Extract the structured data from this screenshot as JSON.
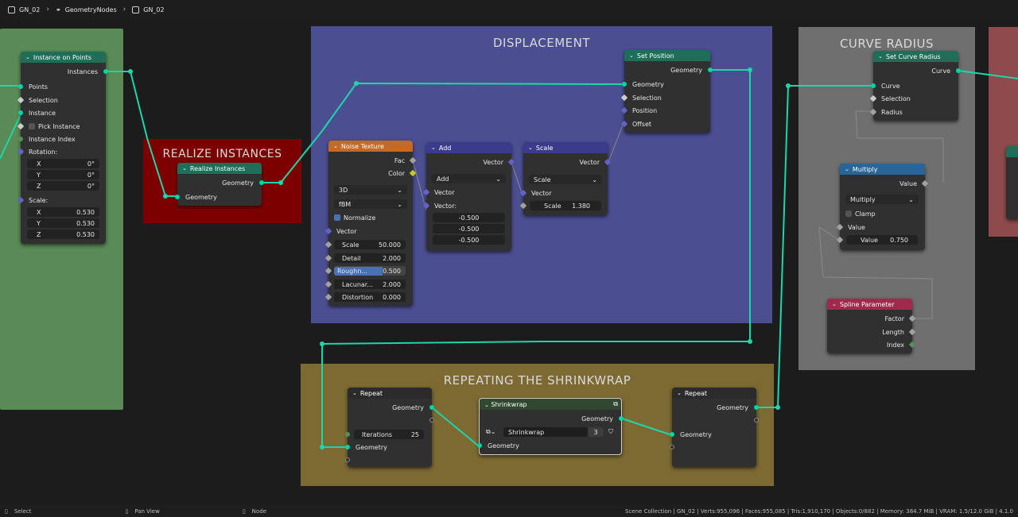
{
  "breadcrumb": {
    "object": "GN_02",
    "modifier": "GeometryNodes",
    "tree": "GN_02"
  },
  "frames": {
    "displacement": "DISPLACEMENT",
    "realize": "REALIZE INSTANCES",
    "curve_radius": "CURVE RADIUS",
    "repeating": "REPEATING THE SHRINKWRAP"
  },
  "colors": {
    "geometry_socket": "#00d6a3",
    "vector_socket": "#6363c7",
    "frame_displacement": "#4a4f91",
    "frame_realize": "#800000",
    "frame_curve": "#6e6e6e",
    "frame_repeat": "#7d6b30",
    "frame_green": "#5c8c57",
    "frame_pink": "#8f4b4e"
  },
  "nodes": {
    "instance_on_points": {
      "title": "Instance on Points",
      "out_instances": "Instances",
      "points": "Points",
      "selection": "Selection",
      "instance": "Instance",
      "pick_instance": "Pick Instance",
      "instance_index": "Instance Index",
      "rotation": "Rotation:",
      "rot": [
        {
          "axis": "X",
          "val": "0°"
        },
        {
          "axis": "Y",
          "val": "0°"
        },
        {
          "axis": "Z",
          "val": "0°"
        }
      ],
      "scale": "Scale:",
      "scl": [
        {
          "axis": "X",
          "val": "0.530"
        },
        {
          "axis": "Y",
          "val": "0.530"
        },
        {
          "axis": "Z",
          "val": "0.530"
        }
      ]
    },
    "realize": {
      "title": "Realize Instances",
      "out": "Geometry",
      "in": "Geometry"
    },
    "noise": {
      "title": "Noise Texture",
      "fac": "Fac",
      "color": "Color",
      "dim": "3D",
      "type": "fBM",
      "normalize": "Normalize",
      "vector": "Vector",
      "params": [
        {
          "label": "Scale",
          "val": "50.000"
        },
        {
          "label": "Detail",
          "val": "2.000"
        },
        {
          "label": "Roughn...",
          "val": "0.500"
        },
        {
          "label": "Lacunar...",
          "val": "2.000"
        },
        {
          "label": "Distortion",
          "val": "0.000"
        }
      ]
    },
    "add": {
      "title": "Add",
      "out": "Vector",
      "op": "Add",
      "vector": "Vector",
      "vector2": "Vector:",
      "vals": [
        "-0.500",
        "-0.500",
        "-0.500"
      ]
    },
    "scale": {
      "title": "Scale",
      "out": "Vector",
      "op": "Scale",
      "vector": "Vector",
      "scale_label": "Scale",
      "scale_val": "1.380"
    },
    "set_position": {
      "title": "Set Position",
      "out": "Geometry",
      "geometry": "Geometry",
      "selection": "Selection",
      "position": "Position",
      "offset": "Offset"
    },
    "set_curve_radius": {
      "title": "Set Curve Radius",
      "out": "Curve",
      "curve": "Curve",
      "selection": "Selection",
      "radius": "Radius"
    },
    "multiply": {
      "title": "Multiply",
      "out": "Value",
      "op": "Multiply",
      "clamp": "Clamp",
      "value": "Value",
      "value2_label": "Value",
      "value2": "0.750"
    },
    "spline": {
      "title": "Spline Parameter",
      "factor": "Factor",
      "length": "Length",
      "index": "Index"
    },
    "repeat_in": {
      "title": "Repeat",
      "out": "Geometry",
      "iterations": "Iterations",
      "iter_val": "25",
      "geometry": "Geometry"
    },
    "shrinkwrap": {
      "title": "Shrinkwrap",
      "out": "Geometry",
      "mod": "Shrinkwrap",
      "mod_count": "3",
      "geometry": "Geometry"
    },
    "repeat_out": {
      "title": "Repeat",
      "out": "Geometry",
      "geometry": "Geometry"
    }
  },
  "status": {
    "select": "Select",
    "pan": "Pan View",
    "node": "Node",
    "stats": "Scene Collection | GN_02 | Verts:955,096 | Faces:955,085 | Tris:1,910,170 | Objects:0/882 | Memory: 384.7 MiB | VRAM: 1.5/12.0 GiB | 4.1.0"
  }
}
